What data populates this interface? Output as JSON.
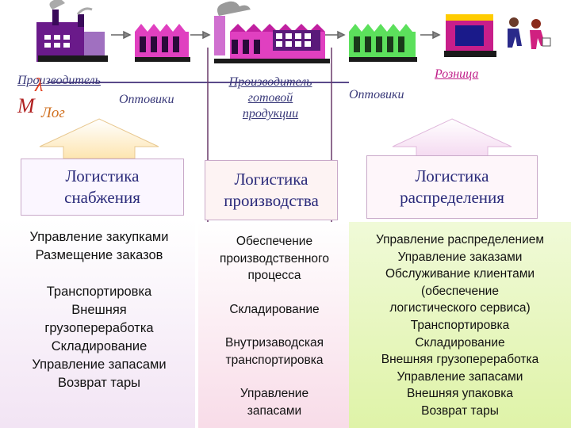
{
  "top_labels": {
    "producer": "Производитель",
    "wholesalers_left": "Оптовики",
    "producer_finished_line1": "Производитель",
    "producer_finished_line2": "готовой",
    "producer_finished_line3": "продукции",
    "wholesalers_right": "Оптовики",
    "retail": "Розница",
    "logo_letter_m": "М",
    "logo_fragment": "Лог"
  },
  "boxes": {
    "supply": {
      "line1": "Логистика",
      "line2": "снабжения"
    },
    "production": {
      "line1": "Логистика",
      "line2": "производства"
    },
    "distribution": {
      "line1": "Логистика",
      "line2": "распределения"
    }
  },
  "lists": {
    "supply": [
      "Управление закупками",
      "Размещение заказов",
      "",
      "Транспортировка",
      "Внешняя",
      "грузопереработка",
      "Складирование",
      "Управление запасами",
      "Возврат тары"
    ],
    "production": [
      "Обеспечение",
      "производственного",
      "процесса",
      "",
      "Складирование",
      "",
      "Внутризаводская",
      "транспортировка",
      "",
      "Управление",
      "запасами"
    ],
    "distribution": [
      "Управление распределением",
      "Управление заказами",
      "Обслуживание клиентами",
      "(обеспечение",
      "логистического сервиса)",
      "Транспортировка",
      "Складирование",
      "Внешняя грузопереработка",
      "Управление запасами",
      "Внешняя упаковка",
      "Возврат тары"
    ]
  },
  "colors": {
    "box_fill_left": "#fbf6ff",
    "box_fill_middle": "#fdf3f3",
    "box_fill_right": "#fef6fa",
    "list_bg_left": "#f7eef8",
    "list_bg_middle": "#fbe9f0",
    "list_bg_right": "#eaf7c9",
    "factory_purple": "#6a1a8a",
    "factory_magenta": "#e040c0",
    "factory_green": "#5ce05c",
    "flow_line": "#5a4a8a"
  }
}
